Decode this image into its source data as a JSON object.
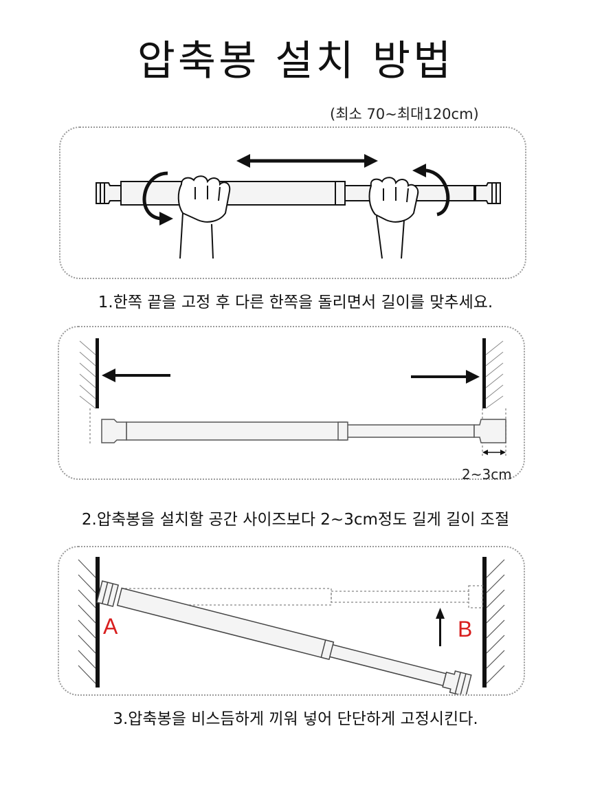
{
  "title": "압축봉 설치 방법",
  "range_note": "(최소 70~최대120cm)",
  "steps": [
    {
      "caption": "1.한쪽 끝을 고정 후 다른 한쪽을 돌리면서 길이를 맞추세요."
    },
    {
      "caption": "2.압축봉을 설치할 공간 사이즈보다 2~3cm정도 길게 길이 조절",
      "gap_label": "2~3cm"
    },
    {
      "caption": "3.압축봉을 비스듬하게 끼워 넣어 단단하게 고정시킨다.",
      "label_a": "A",
      "label_b": "B"
    }
  ],
  "colors": {
    "ink": "#111111",
    "rod_fill": "#f4f4f4",
    "dotted_border": "#9a9a9a",
    "label_red": "#d81e1e"
  }
}
